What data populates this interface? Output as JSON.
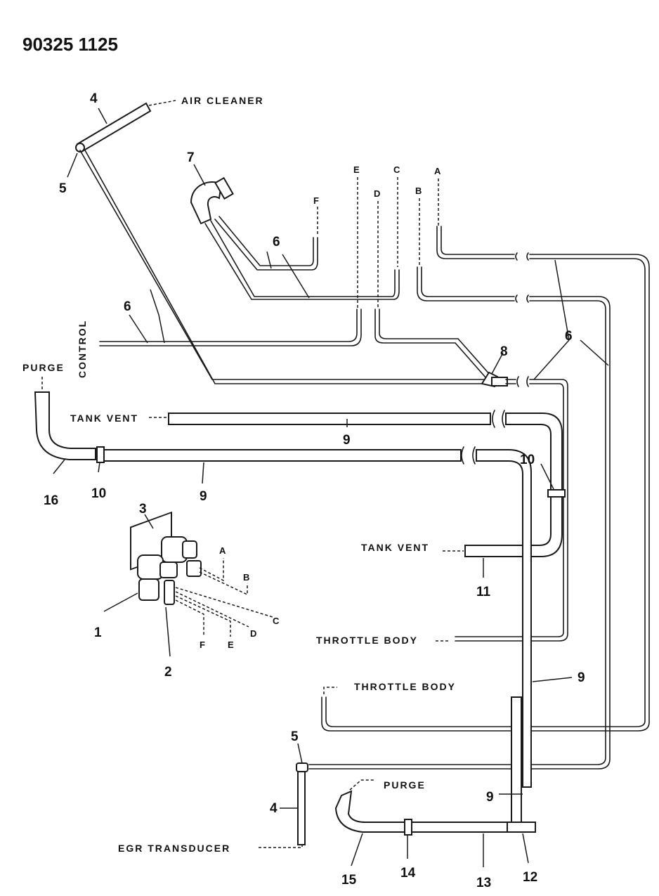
{
  "document_id": "90325 1125",
  "labels": {
    "air_cleaner": "AIR CLEANER",
    "control": "CONTROL",
    "purge_top": "PURGE",
    "tank_vent_upper": "TANK VENT",
    "tank_vent_lower": "TANK VENT",
    "throttle_body_upper": "THROTTLE BODY",
    "throttle_body_lower": "THROTTLE BODY",
    "purge_bottom": "PURGE",
    "egr_transducer": "EGR TRANSDUCER"
  },
  "letters": {
    "top": [
      "E",
      "C",
      "D",
      "B",
      "A",
      "F"
    ],
    "solenoid": [
      "A",
      "B",
      "C",
      "D",
      "E",
      "F"
    ]
  },
  "callouts": {
    "n4_top": "4",
    "n5_top": "5",
    "n7": "7",
    "n6_mid": "6",
    "n6_left": "6",
    "n6_right": "6",
    "n8": "8",
    "n9_upper": "9",
    "n9_left": "9",
    "n10_left": "10",
    "n10_right": "10",
    "n16": "16",
    "n3": "3",
    "n1": "1",
    "n2": "2",
    "n11": "11",
    "n9_right": "9",
    "n5_bottom": "5",
    "n4_bottom": "4",
    "n9_bottom": "9",
    "n15": "15",
    "n14": "14",
    "n13": "13",
    "n12": "12"
  }
}
